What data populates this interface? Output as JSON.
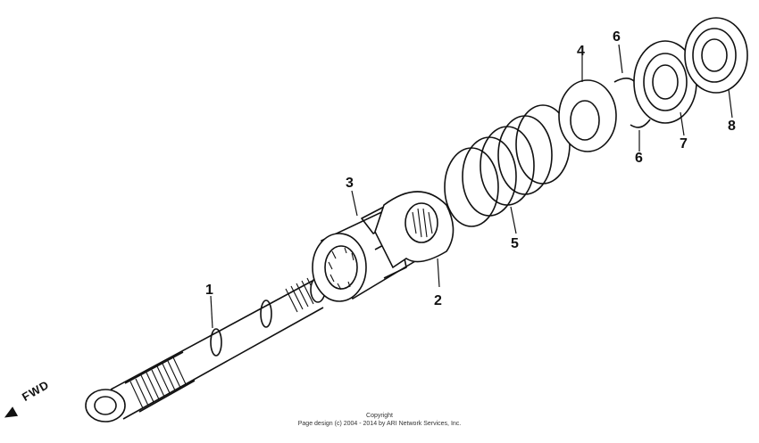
{
  "callouts": {
    "c1": "1",
    "c2": "2",
    "c3": "3",
    "c4": "4",
    "c5": "5",
    "c6a": "6",
    "c6b": "6",
    "c7": "7",
    "c8": "8"
  },
  "fwd": {
    "label": "FWD"
  },
  "footer": {
    "line1": "Copyright",
    "line2": "Page design (c) 2004 - 2014 by ARI Network Services, Inc."
  }
}
